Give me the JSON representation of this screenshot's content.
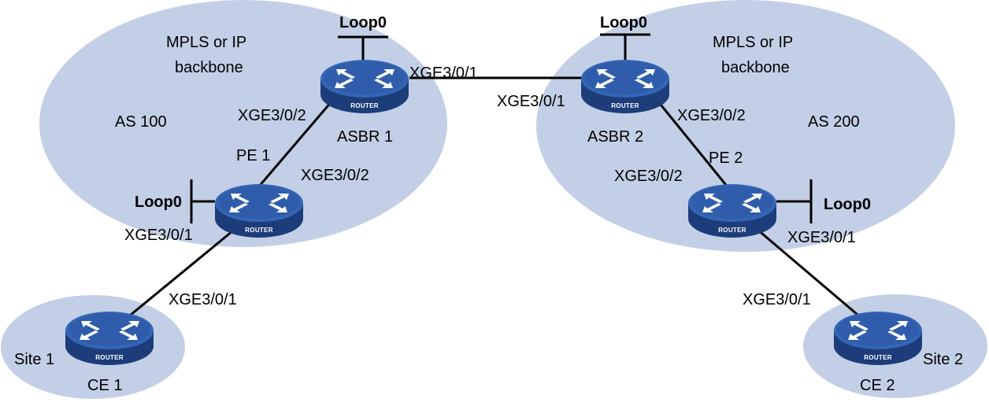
{
  "colors": {
    "region": "#c3cfe6",
    "router_top": "#2e5aa8",
    "router_top_light": "#3d6cc0",
    "router_side": "#1d3d7a",
    "link": "#000000"
  },
  "as_left": {
    "title": "MPLS or IP backbone",
    "title_line1": "MPLS or IP",
    "title_line2": "backbone",
    "as_label": "AS 100"
  },
  "as_right": {
    "title": "MPLS or IP backbone",
    "title_line1": "MPLS or IP",
    "title_line2": "backbone",
    "as_label": "AS 200"
  },
  "sites": {
    "site1": "Site 1",
    "site2": "Site 2"
  },
  "router_badge": "ROUTER",
  "router_icon": "router-icon",
  "nodes": {
    "asbr1": {
      "name": "ASBR 1",
      "loop": "Loop0"
    },
    "asbr2": {
      "name": "ASBR 2",
      "loop": "Loop0"
    },
    "pe1": {
      "name": "PE 1",
      "loop": "Loop0"
    },
    "pe2": {
      "name": "PE 2",
      "loop": "Loop0"
    },
    "ce1": {
      "name": "CE 1"
    },
    "ce2": {
      "name": "CE 2"
    }
  },
  "interfaces": {
    "asbr1_to_asbr2": "XGE3/0/1",
    "asbr2_to_asbr1": "XGE3/0/1",
    "asbr1_to_pe1": "XGE3/0/2",
    "pe1_to_asbr1": "XGE3/0/2",
    "asbr2_to_pe2": "XGE3/0/2",
    "pe2_to_asbr2": "XGE3/0/2",
    "pe1_to_ce1": "XGE3/0/1",
    "ce1_to_pe1": "XGE3/0/1",
    "pe2_to_ce2": "XGE3/0/1",
    "ce2_to_pe2": "XGE3/0/1"
  }
}
